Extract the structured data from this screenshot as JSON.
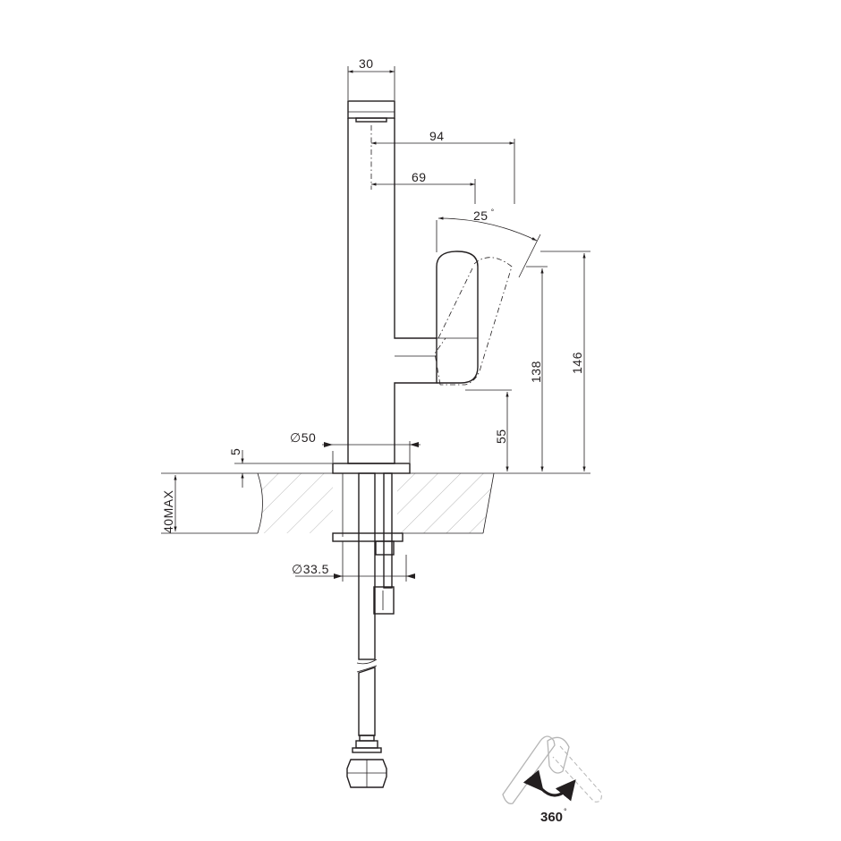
{
  "dimensions": {
    "spout_width": "30",
    "spout_reach": "94",
    "handle_reach": "69",
    "handle_angle": "25",
    "handle_angle_unit": "°",
    "total_height": "146",
    "handle_height": "138",
    "body_height": "55",
    "base_diameter": "50",
    "base_thickness": "5",
    "counter_thickness": "40MAX",
    "shank_diameter": "33.5",
    "diameter_symbol": "∅",
    "rotation": "360",
    "rotation_unit": "°"
  },
  "icons": {
    "rotation": "curved-double-arrow-icon"
  }
}
